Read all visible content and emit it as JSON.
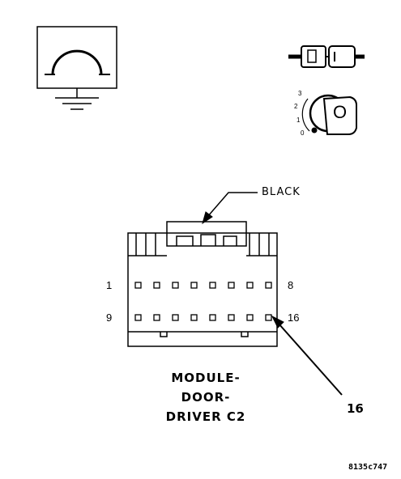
{
  "connector": {
    "color_label": "BLACK",
    "pin_first_top": "1",
    "pin_last_top": "8",
    "pin_first_bottom": "9",
    "pin_last_bottom": "16",
    "callout_pin": "16",
    "title_line1": "MODULE-",
    "title_line2": "DOOR-",
    "title_line3": "DRIVER C2"
  },
  "ignition": {
    "position_3": "3",
    "position_2": "2",
    "position_1": "1",
    "position_0": "0",
    "key_letter": "O"
  },
  "figure_id": "8135c747",
  "icons": {
    "ground_symbol": "ground-icon",
    "connector_plug": "connector-plug-icon",
    "ignition_key": "ignition-key-icon"
  }
}
